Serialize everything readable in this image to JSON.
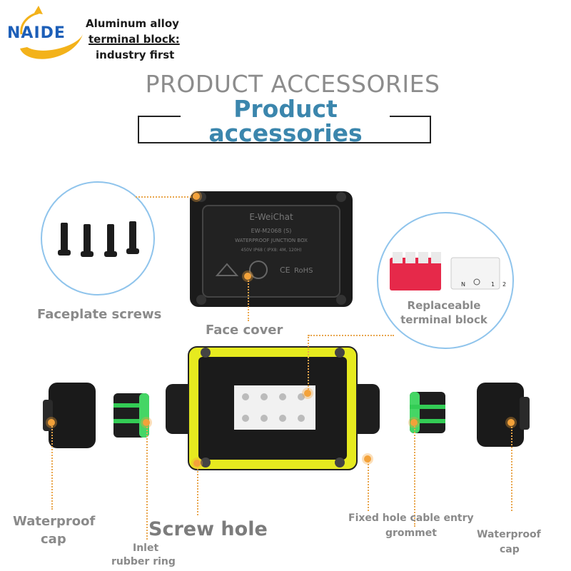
{
  "brand": {
    "logo_text": "NAIDE"
  },
  "tagline": {
    "line1": "Aluminum alloy",
    "line2": "terminal block:",
    "line3": "industry first"
  },
  "heading": {
    "english": "PRODUCT ACCESSORIES",
    "line1": "Product",
    "line2": "accessories"
  },
  "cover_printing": {
    "brand": "E-WeiChat",
    "model": "EW-M2068 (S)",
    "product": "WATERPROOF  JUNCTION  BOX",
    "spec": "450V    IP68 ( IPX8:  4M, 120H)",
    "ce": "CE",
    "rohs": "RoHS"
  },
  "terminal_marks": {
    "n": "N",
    "one": "1",
    "two": "2"
  },
  "labels": {
    "faceplate_screws": "Faceplate screws",
    "face_cover": "Face cover",
    "replaceable_1": "Replaceable",
    "replaceable_2": "terminal block",
    "waterproof_cap_left_1": "Waterproof",
    "waterproof_cap_left_2": "cap",
    "inlet_1": "Inlet",
    "inlet_2": "rubber ring",
    "screw_hole": "Screw hole",
    "fixed_hole_1": "Fixed hole cable entry",
    "fixed_hole_2": "grommet",
    "waterproof_cap_right_1": "Waterproof",
    "waterproof_cap_right_2": "cap"
  },
  "colors": {
    "accent_orange": "#f3a23a",
    "heading_blue": "#3b86ad",
    "frame_yellow": "#e8e83a",
    "circle_border": "#8fc4ec"
  }
}
